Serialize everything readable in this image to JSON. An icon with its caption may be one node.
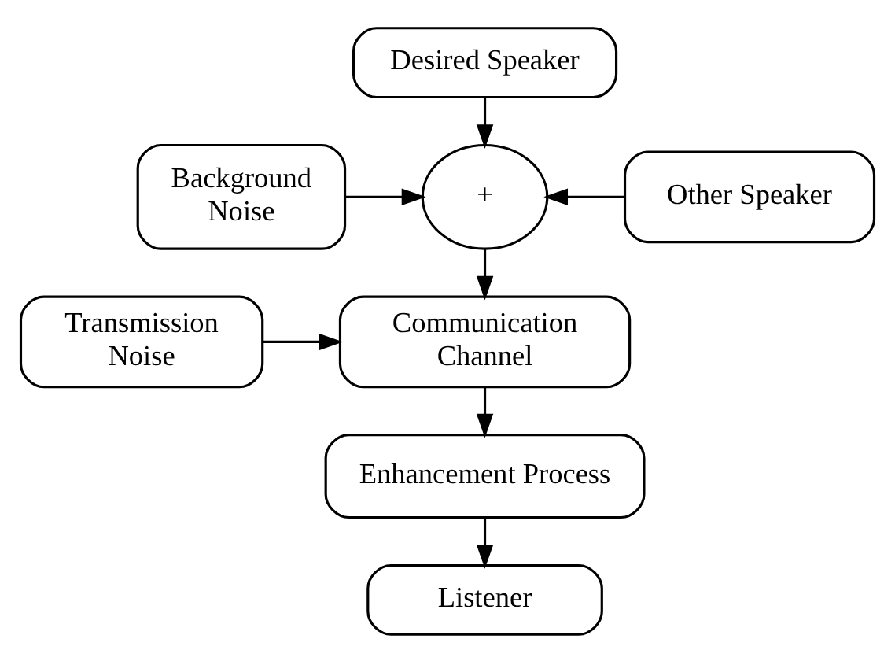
{
  "diagram": {
    "nodes": [
      {
        "text": [
          "Desired Speaker"
        ]
      },
      {
        "text": [
          "Background Noise"
        ]
      },
      {
        "text": [
          "+"
        ]
      },
      {
        "text": [
          "Other Speaker"
        ]
      },
      {
        "text": [
          "Transmission Noise"
        ]
      },
      {
        "text": [
          "Communication Channel"
        ]
      },
      {
        "text": [
          "Enhancement Process"
        ]
      },
      {
        "text": [
          "Listener"
        ]
      }
    ],
    "edges": [
      {
        "from": 0,
        "to": 2,
        "arrow": "to"
      },
      {
        "from": 1,
        "to": 2,
        "arrow": "to"
      },
      {
        "from": 3,
        "to": 2,
        "arrow": "to"
      },
      {
        "from": 2,
        "to": 5,
        "arrow": "to"
      },
      {
        "from": 4,
        "to": 5,
        "arrow": "to"
      },
      {
        "from": 5,
        "to": 6,
        "arrow": "to"
      },
      {
        "from": 6,
        "to": 7,
        "arrow": "to"
      }
    ]
  }
}
